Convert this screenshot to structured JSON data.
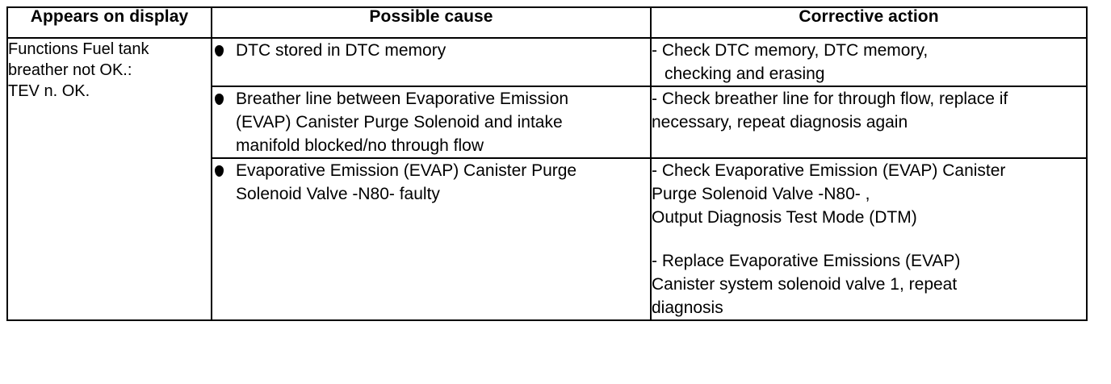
{
  "table": {
    "headers": [
      "Appears on display",
      "Possible cause",
      "Corrective action"
    ],
    "display_fault": "Functions Fuel tank\nbreather not OK.:\nTEV n. OK.",
    "bullet_glyph": "filled-diamond-bullet",
    "rows": [
      {
        "cause": "DTC stored in DTC memory",
        "actions": [
          "- Check DTC memory, DTC  memory,\n  checking and erasing"
        ]
      },
      {
        "cause": "Breather line between Evaporative Emission\n(EVAP) Canister Purge Solenoid and intake\nmanifold blocked/no through flow",
        "actions": [
          "- Check breather line for through flow, replace if\nnecessary, repeat diagnosis again"
        ]
      },
      {
        "cause": "Evaporative Emission (EVAP) Canister Purge\nSolenoid Valve -N80- faulty",
        "actions": [
          "- Check Evaporative Emission (EVAP) Canister\nPurge Solenoid Valve -N80- ,\nOutput Diagnosis Test Mode (DTM)",
          "- Replace Evaporative Emissions (EVAP)\nCanister system solenoid valve 1, repeat\ndiagnosis"
        ]
      }
    ]
  },
  "colors": {
    "page_background": "#ffffff",
    "text": "#000000",
    "border": "#000000"
  }
}
